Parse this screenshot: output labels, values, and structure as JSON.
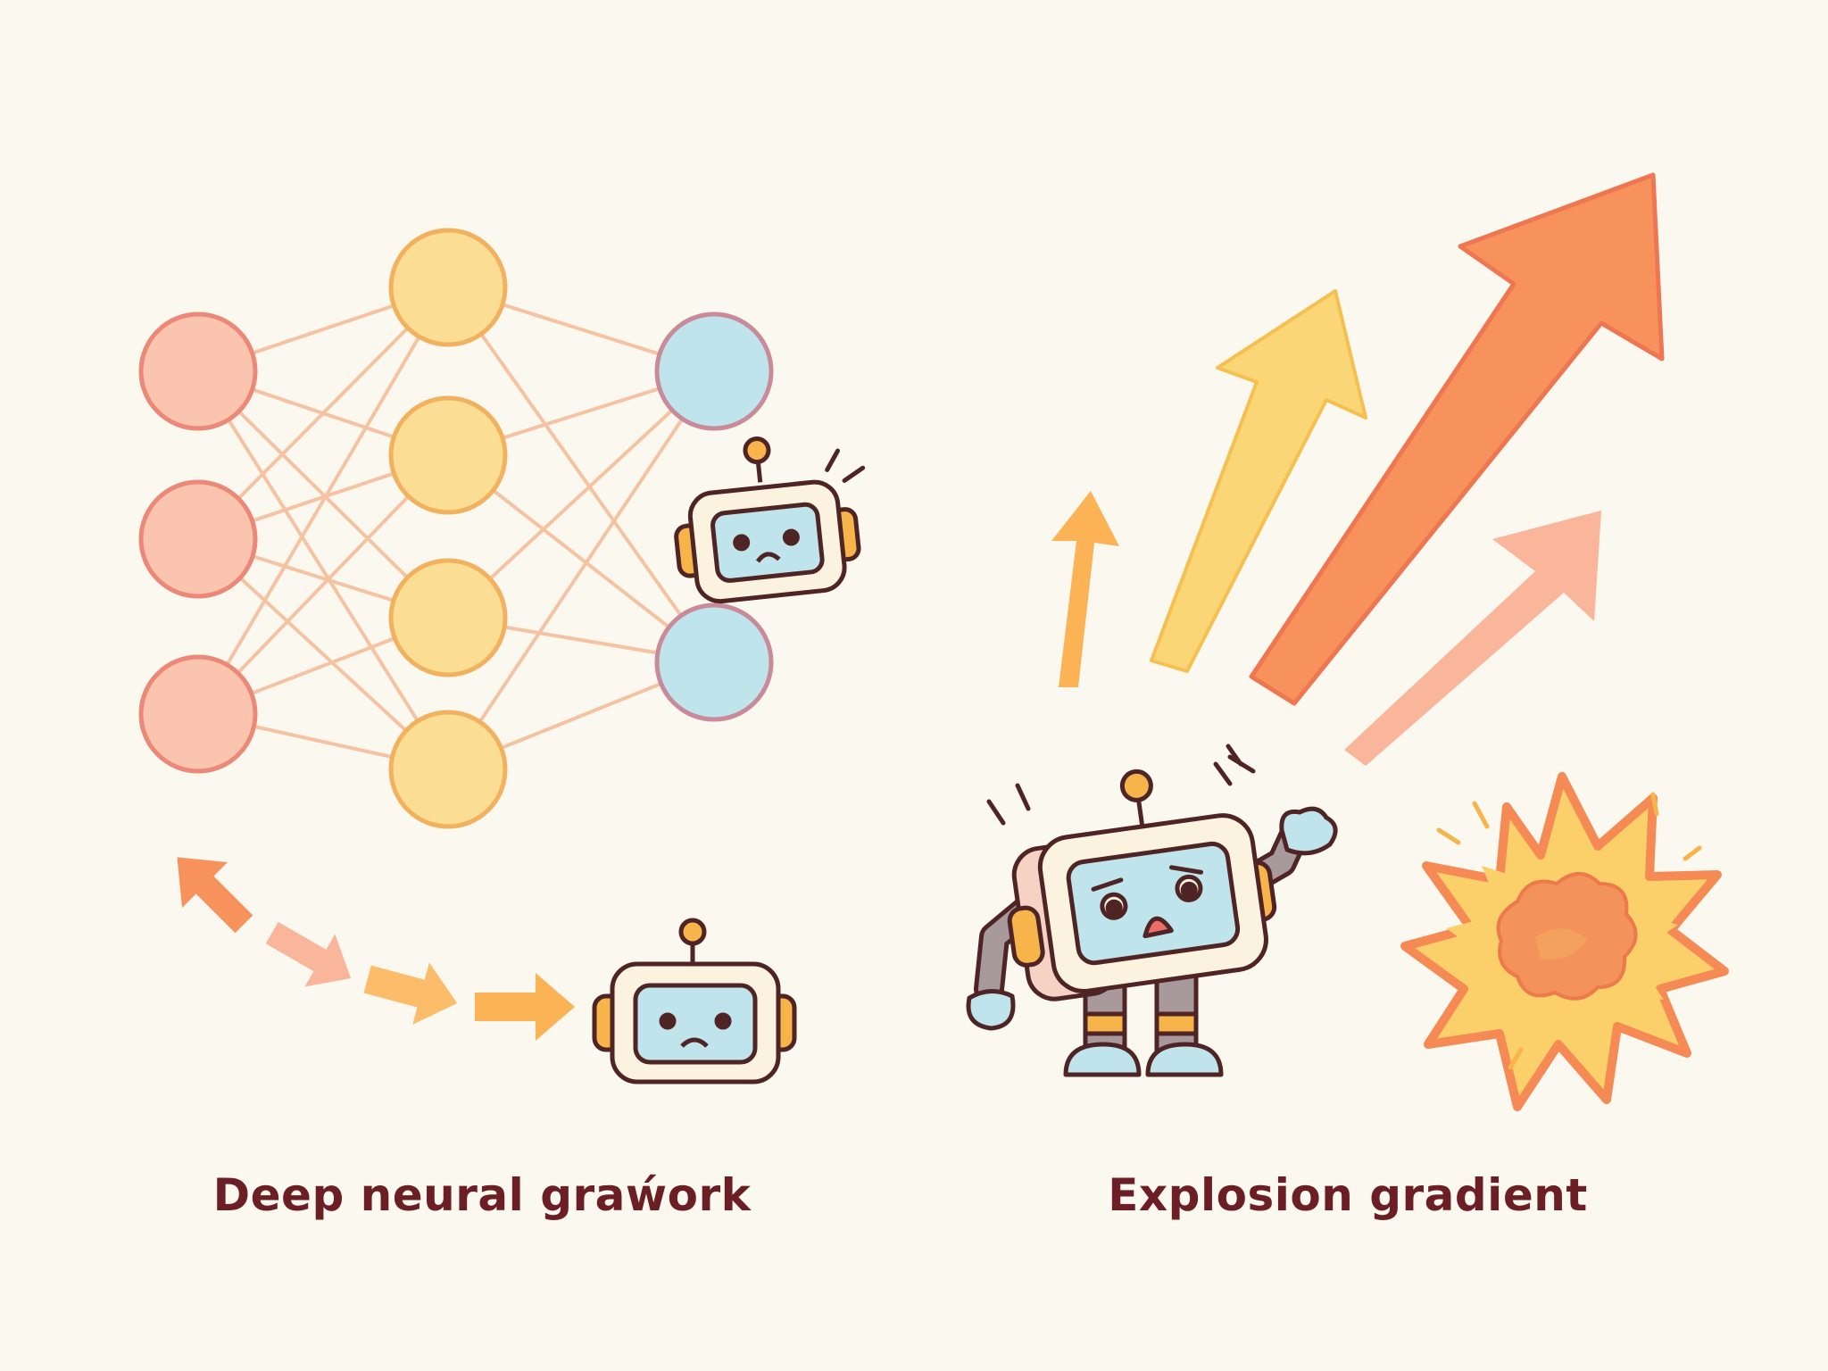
{
  "captions": {
    "left": "Deep neural grаẃork",
    "right": "Explosion gradient"
  },
  "colors": {
    "background": "#fbf8f0",
    "caption_text": "#6b1f24",
    "input_node_fill": "#fbc4ae",
    "input_node_stroke": "#ec8878",
    "hidden_node_fill": "#fbdd93",
    "hidden_node_stroke": "#f2b15f",
    "output_node_fill": "#bfe4ec",
    "output_node_stroke": "#c98a9a",
    "connection": "#f5c3a2",
    "arrow_red": "#f7925d",
    "arrow_yellow": "#fbd676",
    "arrow_orange": "#fbb355",
    "arrow_peach": "#f9b69a",
    "robot_screen": "#bfe4ec",
    "robot_body": "#fbf3df",
    "robot_ear": "#f6b44a",
    "robot_outline": "#4f2424",
    "explosion_outer": "#f68a55",
    "explosion_inner": "#fbd06a",
    "explosion_core": "#f3925a"
  },
  "icons": [
    "neural-network-graph",
    "sad-robot-icon",
    "surprised-robot-icon",
    "explosion-icon",
    "up-arrow-icon",
    "right-arrow-icon",
    "back-arrow-icon"
  ]
}
